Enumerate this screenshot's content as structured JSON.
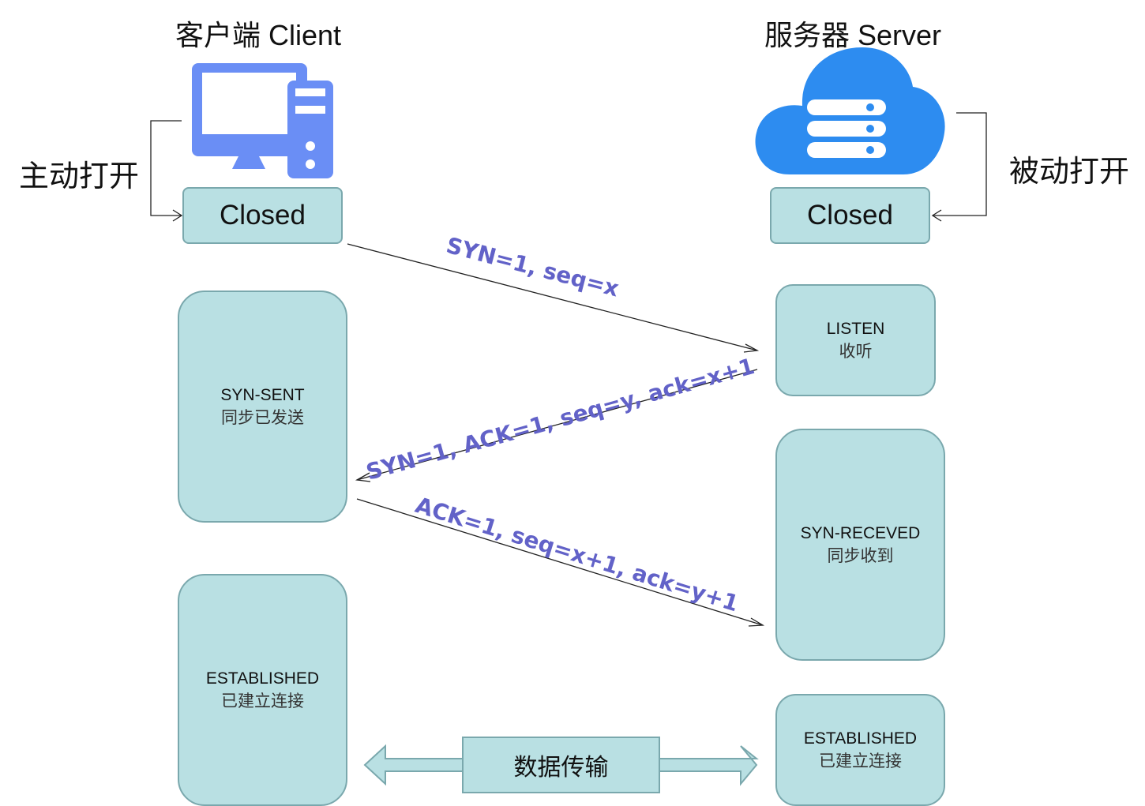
{
  "client": {
    "title": "客户端 Client",
    "side_label": "主动打开",
    "closed": "Closed",
    "syn_sent": {
      "en": "SYN-SENT",
      "cn": "同步已发送"
    },
    "established": {
      "en": "ESTABLISHED",
      "cn": "已建立连接"
    }
  },
  "server": {
    "title": "服务器 Server",
    "side_label": "被动打开",
    "closed": "Closed",
    "listen": {
      "en": "LISTEN",
      "cn": "收听"
    },
    "syn_received": {
      "en": "SYN-RECEVED",
      "cn": "同步收到"
    },
    "established": {
      "en": "ESTABLISHED",
      "cn": "已建立连接"
    }
  },
  "messages": {
    "first": "SYN=1, seq=x",
    "second": "SYN=1, ACK=1, seq=y, ack=x+1",
    "third": "ACK=1, seq=x+1, ack=y+1"
  },
  "data_transfer": "数据传输",
  "colors": {
    "box_fill": "#b9e0e3",
    "box_border": "#7aa8ad",
    "message_text": "#6262c8",
    "computer_icon": "#6a8ef5",
    "cloud_icon": "#2d8cf0"
  }
}
